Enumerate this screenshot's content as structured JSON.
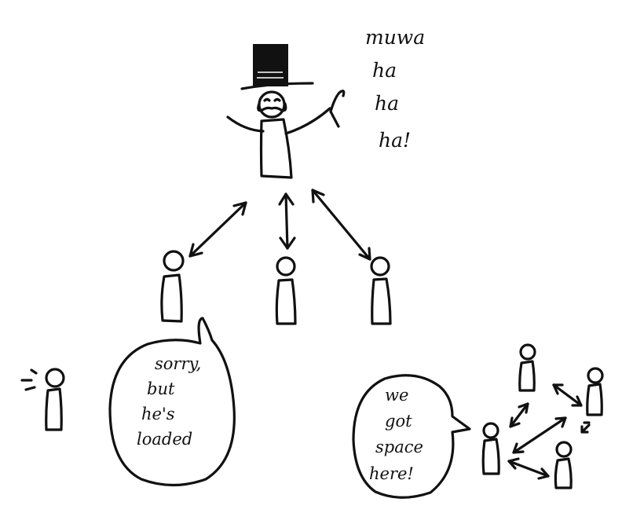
{
  "laugh": [
    "muwa",
    "ha",
    "ha",
    "ha!"
  ],
  "left_bubble": [
    "sorry,",
    "but",
    "he's",
    "loaded"
  ],
  "right_bubble": [
    "we",
    "got",
    "space",
    "here!"
  ],
  "colors": {
    "ink": "#111111",
    "background": "#ffffff"
  }
}
